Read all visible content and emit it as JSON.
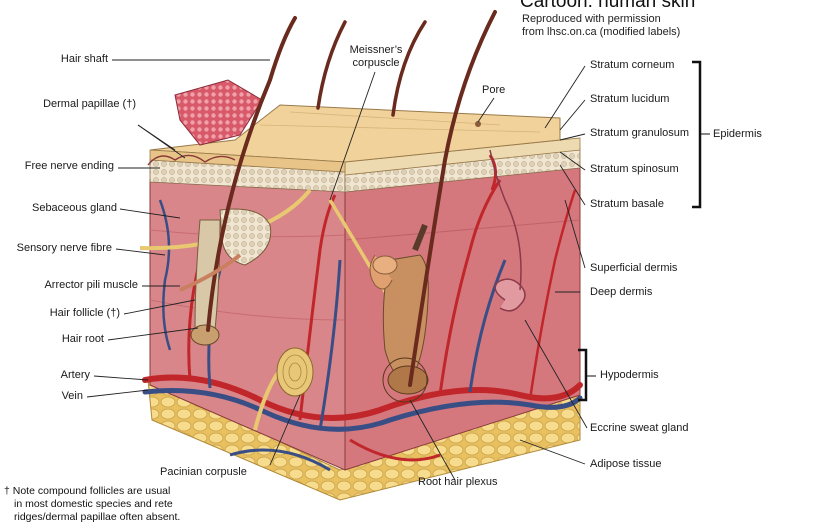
{
  "header": {
    "title": "Cartoon: human skin",
    "credit_line1": "Reproduced with permission",
    "credit_line2": "from lhsc.on.ca (modified labels)"
  },
  "labels": {
    "hair_shaft": "Hair shaft",
    "dermal_papillae": "Dermal papillae (†)",
    "free_nerve_ending": "Free nerve ending",
    "sebaceous_gland": "Sebaceous gland",
    "sensory_nerve_fibre": "Sensory nerve fibre",
    "arrector_pili": "Arrector pili muscle",
    "hair_follicle": "Hair follicle (†)",
    "hair_root": "Hair root",
    "artery": "Artery",
    "vein": "Vein",
    "meissner_1": "Meissner’s",
    "meissner_2": "corpuscle",
    "pore": "Pore",
    "pacinian": "Pacinian corpusle",
    "root_hair_plexus": "Root hair plexus",
    "stratum_corneum": "Stratum corneum",
    "stratum_lucidum": "Stratum lucidum",
    "stratum_granulosum": "Stratum granulosum",
    "stratum_spinosum": "Stratum spinosum",
    "stratum_basale": "Stratum basale",
    "epidermis": "Epidermis",
    "superficial_dermis": "Superficial dermis",
    "deep_dermis": "Deep dermis",
    "hypodermis": "Hypodermis",
    "eccrine": "Eccrine sweat gland",
    "adipose": "Adipose tissue"
  },
  "footnote": {
    "line1": "† Note compound follicles are usual",
    "line2": "in most domestic species and rete",
    "line3": "ridges/dermal papillae often absent."
  },
  "colors": {
    "dermis": "#d9868a",
    "epidermis": "#f0d29a",
    "fat": "#f2d27a",
    "artery": "#c0262a",
    "vein": "#3a4e86",
    "hair": "#6a2a1e"
  }
}
